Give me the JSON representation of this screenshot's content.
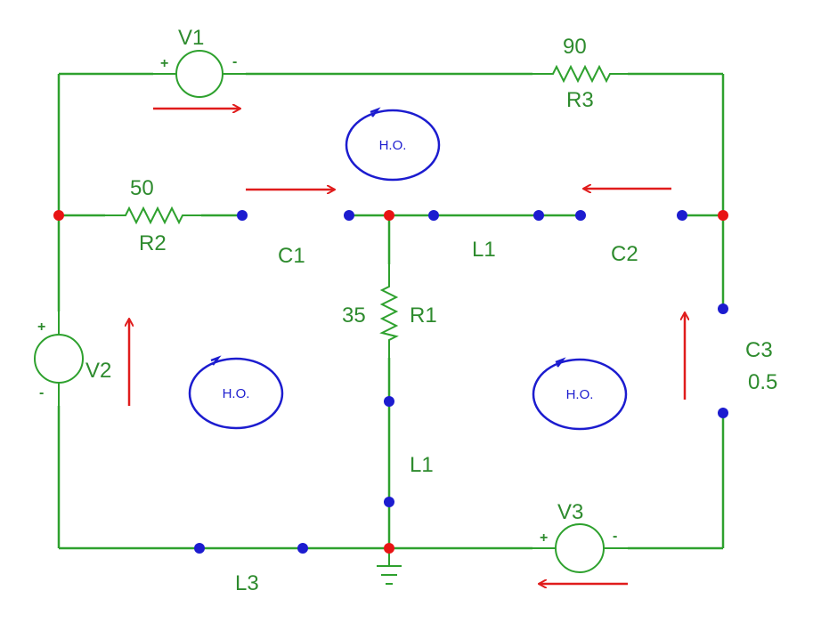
{
  "diagram": {
    "components": {
      "v1": {
        "name": "V1",
        "plus": "+",
        "minus": "-"
      },
      "v2": {
        "name": "V2",
        "plus": "+",
        "minus": "-"
      },
      "v3": {
        "name": "V3",
        "plus": "+",
        "minus": "-"
      },
      "r1": {
        "name": "R1",
        "value": "35"
      },
      "r2": {
        "name": "R2",
        "value": "50"
      },
      "r3": {
        "name": "R3",
        "value": "90"
      },
      "c1": {
        "name": "C1"
      },
      "c2": {
        "name": "C2"
      },
      "c3": {
        "name": "C3",
        "value": "0.5"
      },
      "l1_top": {
        "name": "L1"
      },
      "l1_mid": {
        "name": "L1"
      },
      "l3": {
        "name": "L3"
      }
    },
    "loops": [
      {
        "label": "H.O."
      },
      {
        "label": "H.O."
      },
      {
        "label": "H.O."
      }
    ],
    "colors": {
      "wire": "#2ea12e",
      "label": "#2e8b2e",
      "node": "#e81414",
      "terminal": "#1c1ccf",
      "current_arrow": "#e01c1c",
      "loop": "#1c1ccf"
    }
  }
}
